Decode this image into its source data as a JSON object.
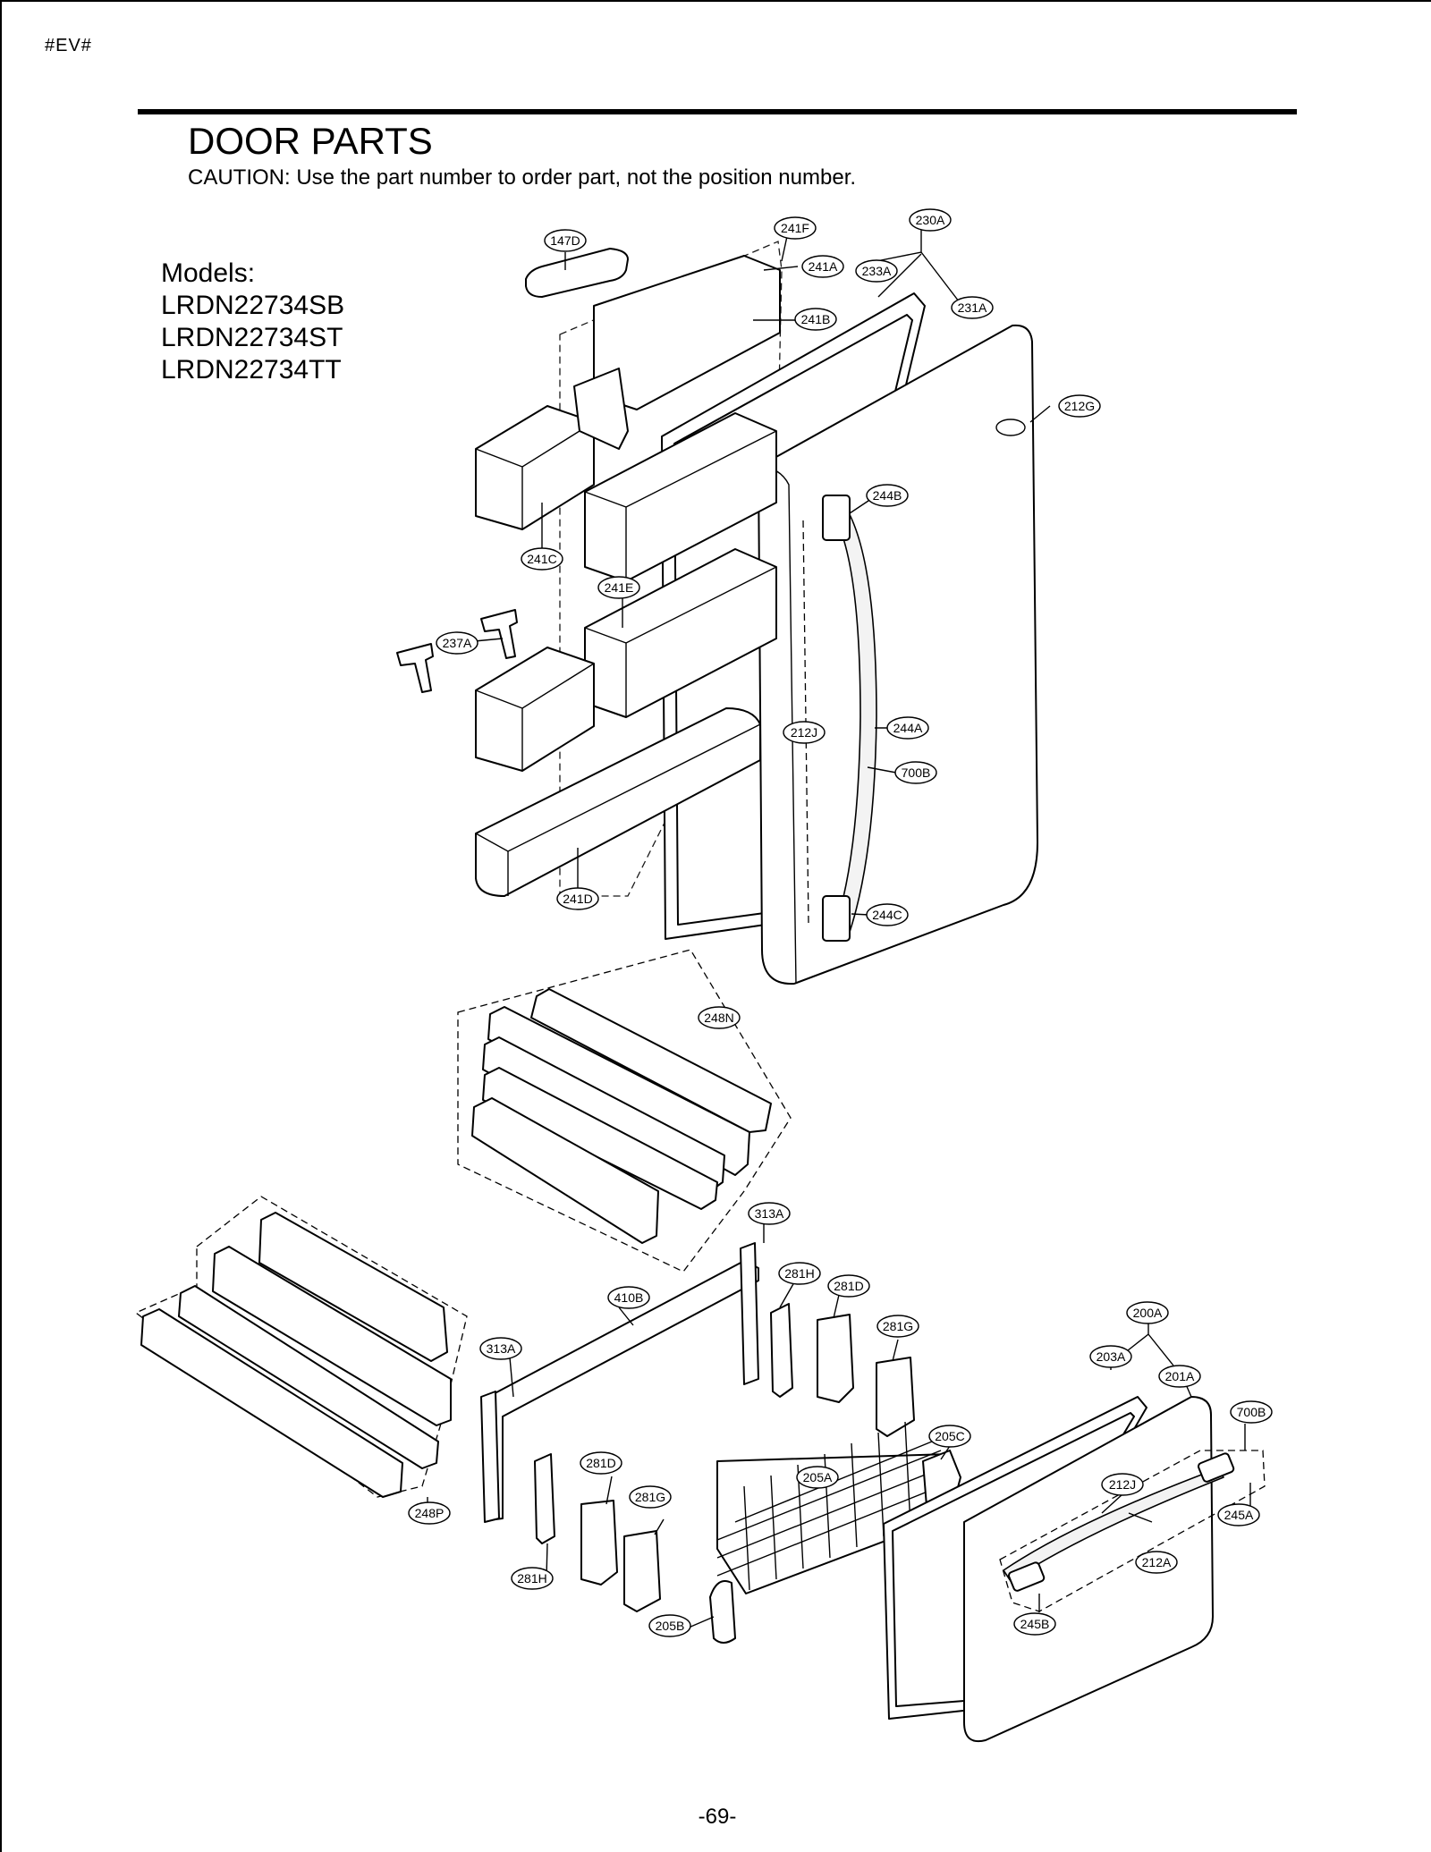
{
  "header": {
    "code": "#EV#",
    "title": "DOOR PARTS",
    "caution": "CAUTION: Use the part number to order part, not the position number."
  },
  "models": {
    "label": "Models:",
    "list": [
      "LRDN22734SB",
      "LRDN22734ST",
      "LRDN22734TT"
    ]
  },
  "callouts": {
    "c147D": "147D",
    "c241F": "241F",
    "c230A": "230A",
    "c241A": "241A",
    "c233A": "233A",
    "c231A": "231A",
    "c241B": "241B",
    "c212G": "212G",
    "c244B": "244B",
    "c241C": "241C",
    "c241E": "241E",
    "c237A": "237A",
    "c212J_top": "212J",
    "c244A": "244A",
    "c700B_top": "700B",
    "c241D": "241D",
    "c244C": "244C",
    "c248N": "248N",
    "c313A_right": "313A",
    "c281H_right": "281H",
    "c281D_right": "281D",
    "c410B": "410B",
    "c281G_right": "281G",
    "c200A": "200A",
    "c313A_left": "313A",
    "c203A": "203A",
    "c201A": "201A",
    "c700B_bottom": "700B",
    "c205C": "205C",
    "c281D_left": "281D",
    "c205A": "205A",
    "c212J_bottom": "212J",
    "c281G_left": "281G",
    "c245A": "245A",
    "c248P": "248P",
    "c212A": "212A",
    "c281H_left": "281H",
    "c245B": "245B",
    "c205B": "205B"
  },
  "footer": {
    "page_number": "-69-"
  }
}
